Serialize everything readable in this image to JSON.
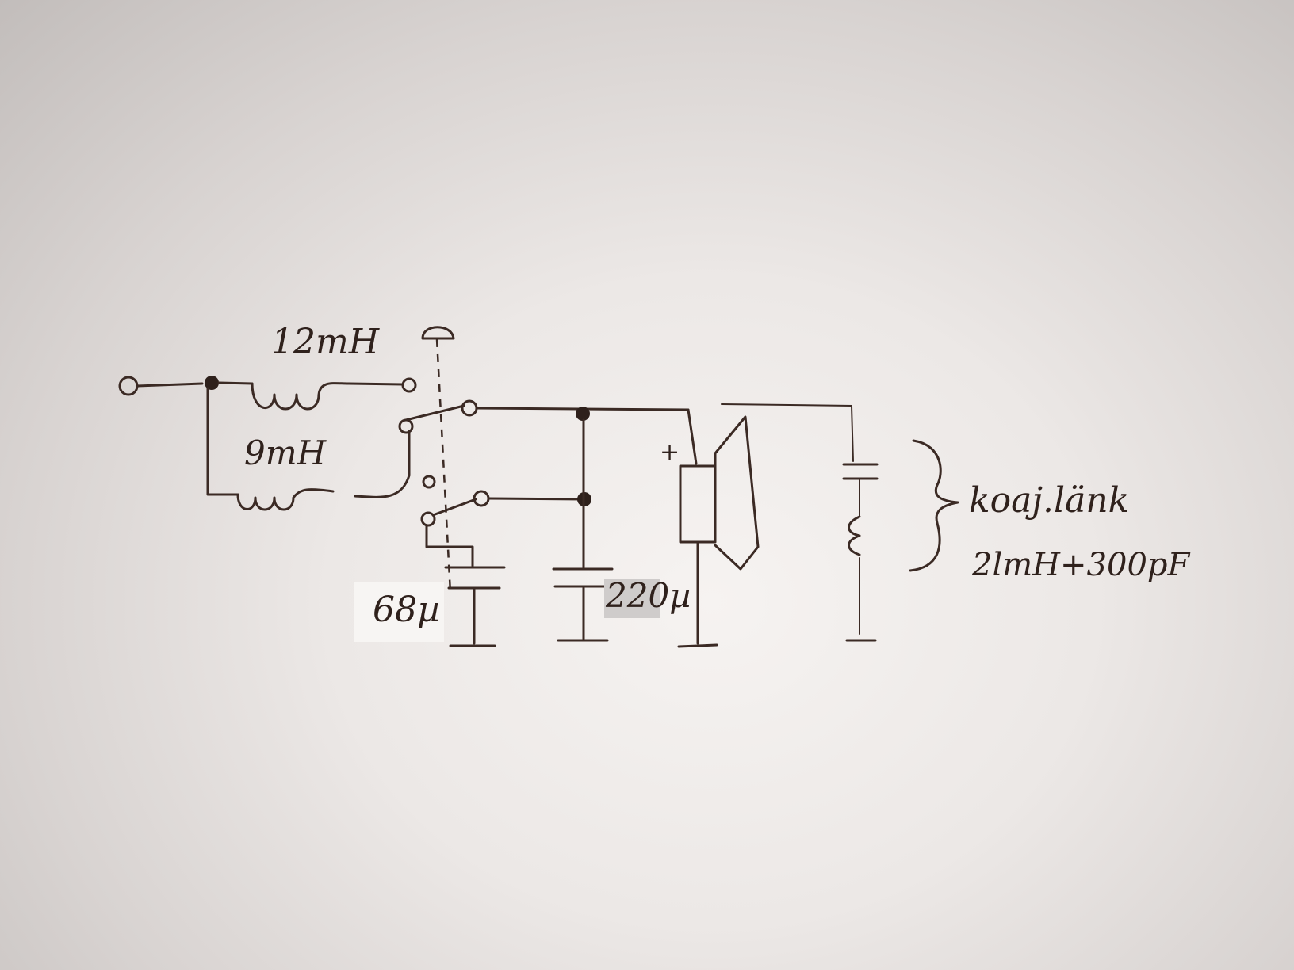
{
  "diagram": {
    "labels": {
      "inductor_top": "12mH",
      "inductor_bottom": "9mH",
      "cap_left": "68µ",
      "cap_mid": "220µ",
      "plus_sign": "+",
      "coax_title": "koaj.länk",
      "coax_values": "2lmH+300pF"
    },
    "ink_color": "#3b2a24"
  }
}
